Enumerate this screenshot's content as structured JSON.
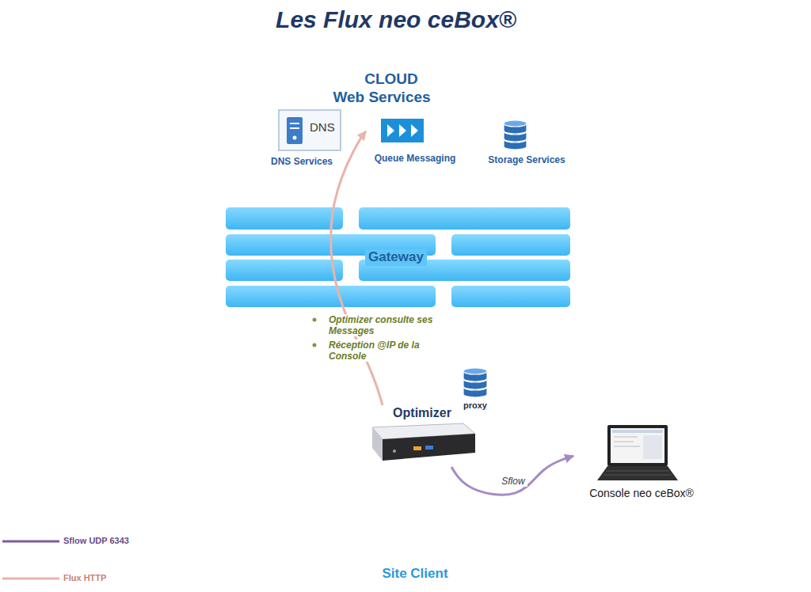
{
  "diagram": {
    "title": "Les Flux neo ceBox®",
    "nodes": [
      {
        "text": [
          "CLOUD Web Services"
        ]
      },
      {
        "text": [
          "DNS Services"
        ],
        "in": 0
      },
      {
        "text": [
          "Queue Messaging"
        ],
        "in": 0
      },
      {
        "text": [
          "Storage Services"
        ],
        "in": 0
      },
      {
        "text": [
          "Site Client"
        ]
      },
      {
        "text": [
          "Gateway"
        ],
        "in": 4
      },
      {
        "text": [
          "Optimizer"
        ],
        "in": 4
      },
      {
        "text": [
          "Console neo ceBox®"
        ],
        "in": 4
      }
    ],
    "edges": [
      {
        "from": 6,
        "to": 2,
        "arrow": "to"
      },
      {
        "from": 6,
        "to": 7,
        "label": "Sflow",
        "arrow": "to"
      }
    ],
    "labels": [
      "DNS",
      "Optimizer consulte ses Messages",
      "Réception @IP de la Console",
      "proxy"
    ],
    "legend": [
      {
        "text": "Sflow UDP 6343"
      },
      {
        "text": "Flux HTTP"
      }
    ]
  }
}
